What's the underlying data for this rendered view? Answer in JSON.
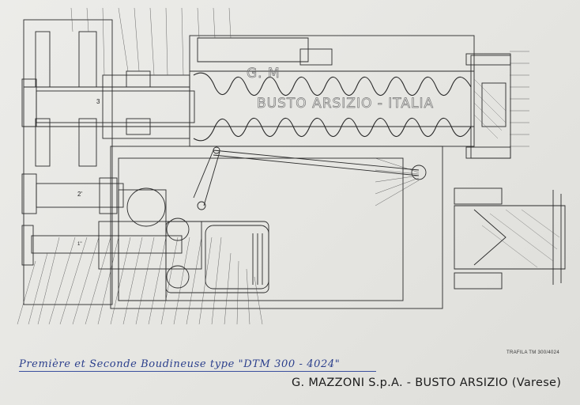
{
  "drawing": {
    "reference": "TRAFILA  TM 300/4024",
    "caption_handwritten": "Première et Seconde Boudineuse type \"DTM 300 - 4024\"",
    "company_line": "G. MAZZONI S.p.A. - BUSTO ARSIZIO (Varese)",
    "watermark_line_1": "G. M",
    "watermark_line_2": "BUSTO ARSIZIO - ITALIA",
    "part_label_shaft": "3",
    "part_label_gear": "2'",
    "part_label_lower": "1''"
  },
  "colors": {
    "paper": "#e9e9e6",
    "ink": "#2a2a2a",
    "blue_ink": "#2b3f8c"
  },
  "icons": [
    "extruder-drawing"
  ]
}
